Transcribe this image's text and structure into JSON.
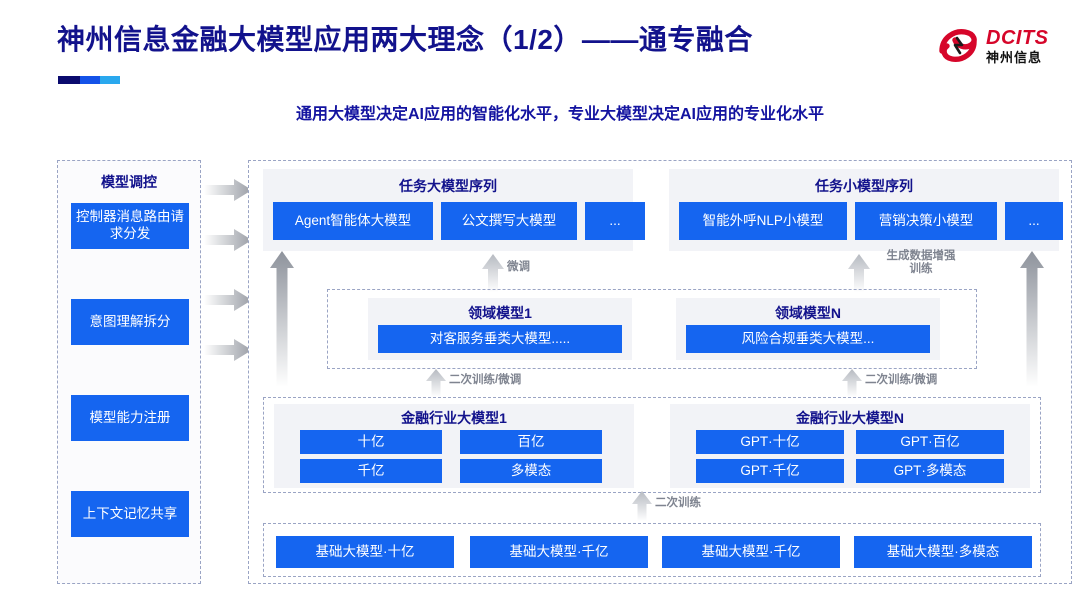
{
  "header": {
    "title": "神州信息金融大模型应用两大理念（1/2）——通专融合",
    "subtitle": "通用大模型决定AI应用的智能化水平，专业大模型决定AI应用的专业化水平",
    "logo_en": "DCITS",
    "logo_cn": "神州信息"
  },
  "colors": {
    "title_blue": "#12128c",
    "box_blue": "#1565f0",
    "card_grey": "#f2f3f7",
    "dashed_border": "#9aa4c4",
    "arrow_grey": "#aeb2ba",
    "logo_red": "#d6062a"
  },
  "control_panel": {
    "title": "模型调控",
    "items": [
      {
        "label": "控制器消息路由请求分发"
      },
      {
        "label": "意图理解拆分"
      },
      {
        "label": "模型能力注册"
      },
      {
        "label": "上下文记忆共享"
      }
    ]
  },
  "task_rows": [
    {
      "title": "任务大模型序列",
      "boxes": [
        "Agent智能体大模型",
        "公文撰写大模型",
        "..."
      ]
    },
    {
      "title": "任务小模型序列",
      "boxes": [
        "智能外呼NLP小模型",
        "营销决策小模型",
        "..."
      ]
    }
  ],
  "domain_models": [
    {
      "title": "领域模型1",
      "box": "对客服务垂类大模型....."
    },
    {
      "title": "领域模型N",
      "box": "风险合规垂类大模型..."
    }
  ],
  "industry_models": [
    {
      "title": "金融行业大模型1",
      "boxes": [
        "十亿",
        "百亿",
        "千亿",
        "多模态"
      ]
    },
    {
      "title": "金融行业大模型N",
      "boxes": [
        "GPT·十亿",
        "GPT·百亿",
        "GPT·千亿",
        "GPT·多模态"
      ]
    }
  ],
  "base_models": {
    "boxes": [
      "基础大模型·十亿",
      "基础大模型·千亿",
      "基础大模型·千亿",
      "基础大模型·多模态"
    ]
  },
  "flow_labels": {
    "finetune": "微调",
    "data_aug": "生成数据增强\n训练",
    "retrain_finetune_left": "二次训练/微调",
    "retrain_finetune_right": "二次训练/微调",
    "retrain": "二次训练"
  }
}
